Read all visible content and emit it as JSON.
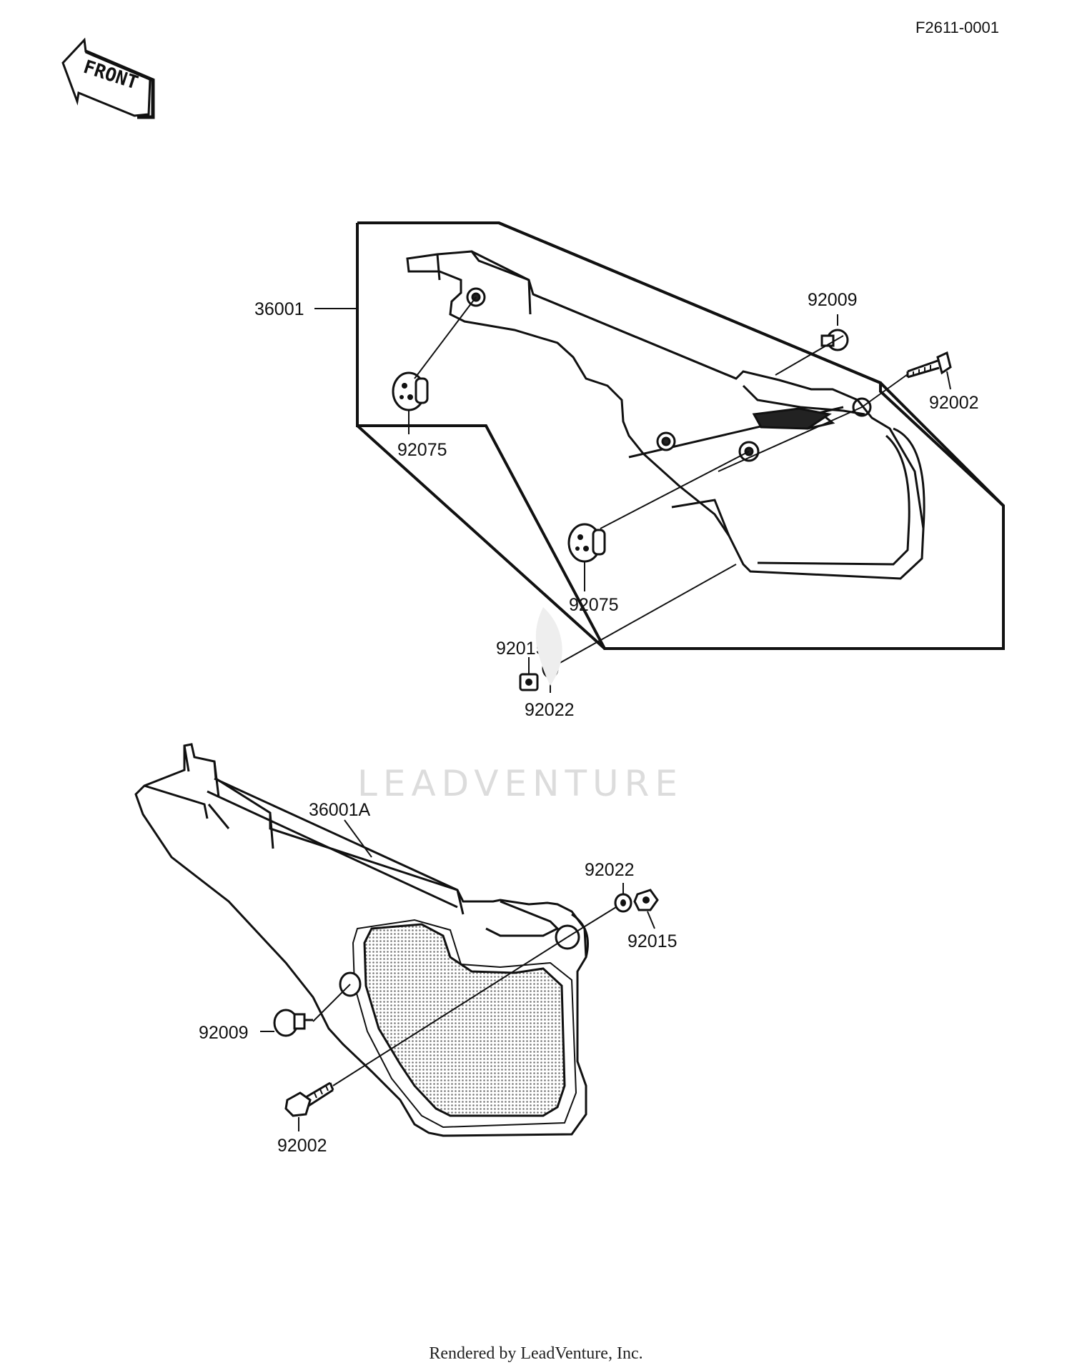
{
  "diagram_code": "F2611-0001",
  "front_label": "FRONT",
  "watermark": "LEADVENTURE",
  "footer": "Rendered by LeadVenture, Inc.",
  "upper_assembly": {
    "frame_label": "36001",
    "labels": {
      "grommet_left": "92075",
      "grommet_right": "92075",
      "bolt_small": "92009",
      "bolt_long": "92002",
      "nut": "92015",
      "washer": "92022"
    }
  },
  "lower_assembly": {
    "cover_label": "36001A",
    "labels": {
      "washer": "92022",
      "nut": "92015",
      "bolt_small": "92009",
      "bolt_long": "92002"
    }
  },
  "colors": {
    "line": "#111111",
    "mesh": "#999999",
    "watermark": "#dcdcdc"
  }
}
